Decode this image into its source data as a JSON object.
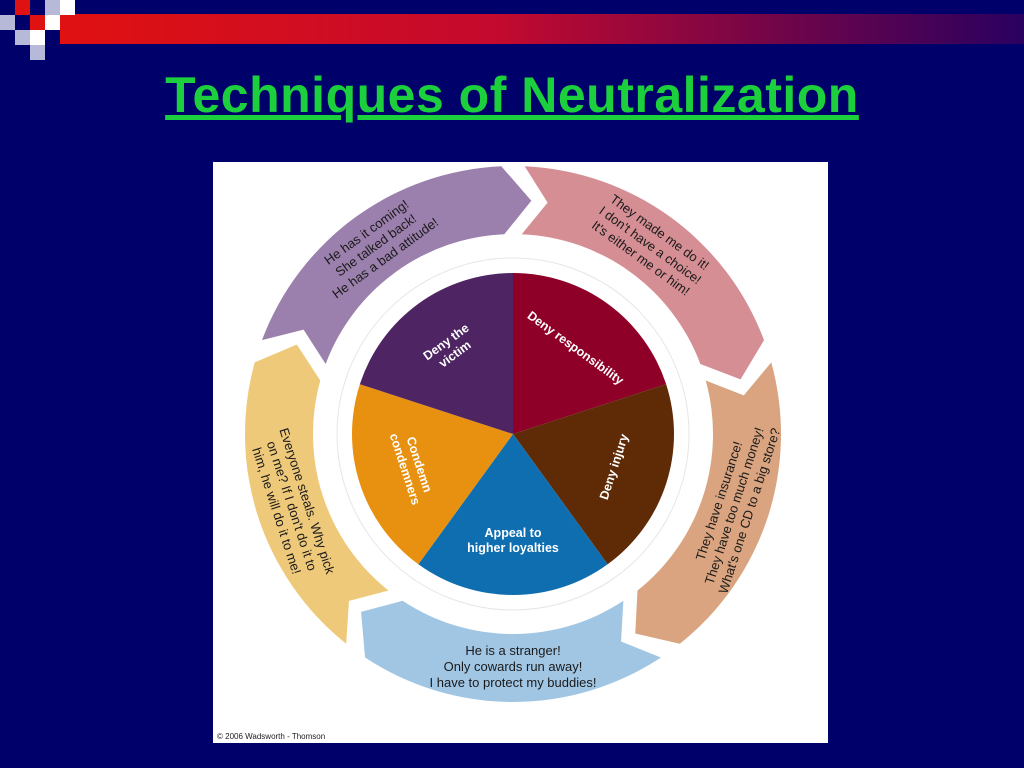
{
  "slide": {
    "title": "Techniques of Neutralization",
    "credit": "© 2006 Wadsworth - Thomson"
  },
  "colors": {
    "background": "#00006b",
    "title": "#1ccf3c"
  },
  "diagram": {
    "segments": [
      {
        "id": "responsibility",
        "label_lines": [
          "Deny responsibility"
        ],
        "color": "#8e0028",
        "band_color": "#d58f94",
        "band_lines": [
          "They made me do it!",
          "I don't have a choice!",
          "It's either me or him!"
        ]
      },
      {
        "id": "injury",
        "label_lines": [
          "Deny injury"
        ],
        "color": "#5f2a06",
        "band_color": "#d9a47f",
        "band_lines": [
          "They have insurance!",
          "They have too much money!",
          "What's one CD to a big store?"
        ]
      },
      {
        "id": "loyalties",
        "label_lines": [
          "Appeal to",
          "higher loyalties"
        ],
        "color": "#0e6eb0",
        "band_color": "#a1c6e4",
        "band_lines": [
          "He is a stranger!",
          "Only cowards run away!",
          "I have to protect my buddies!"
        ]
      },
      {
        "id": "condemners",
        "label_lines": [
          "Condemn",
          "condemners"
        ],
        "color": "#e8900f",
        "band_color": "#efc97a",
        "band_lines": [
          "Everyone steals. Why pick",
          "on me? If I don't do it to",
          "him, he will do it to me!"
        ]
      },
      {
        "id": "victim",
        "label_lines": [
          "Deny the",
          "victim"
        ],
        "color": "#4e2462",
        "band_color": "#9b7fac",
        "band_lines": [
          "He has it coming!",
          "She talked back!",
          "He has a bad attitude!"
        ]
      }
    ]
  }
}
